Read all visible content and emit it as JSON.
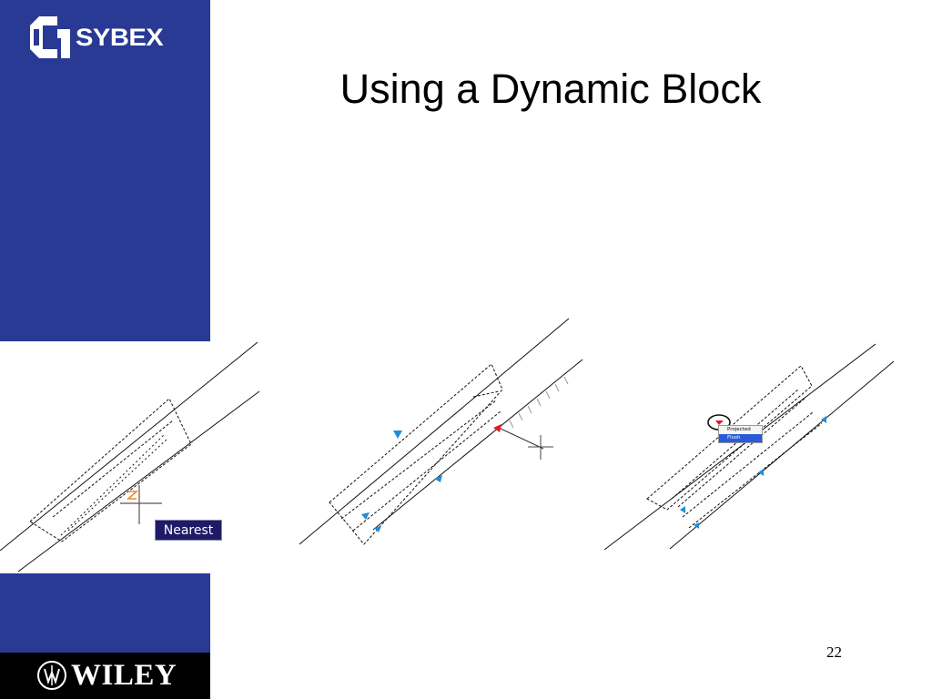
{
  "slide": {
    "title": "Using a Dynamic Block",
    "page_number": "22"
  },
  "branding": {
    "sybex_logo_text": "SYBEX",
    "wiley_logo_text": "WILEY",
    "sidebar_color": "#283a94",
    "footer_band_color": "#000000"
  },
  "figures": {
    "panel1": {
      "snap_tooltip": "Nearest",
      "snap_marker_color": "#f08a2a"
    },
    "panel2": {
      "grip_color": "#1e8fd6",
      "active_grip_color": "#e0182a"
    },
    "panel3": {
      "menu_items": [
        "Projected",
        "Flush"
      ],
      "selected_item": "Flush",
      "lookup_grip_color": "#e0182a"
    }
  }
}
